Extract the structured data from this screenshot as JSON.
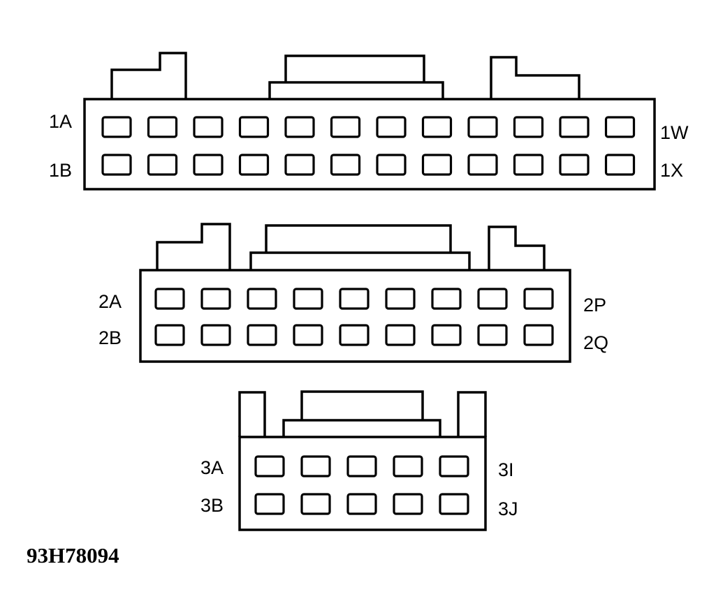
{
  "colors": {
    "line": "#000000",
    "background": "#ffffff"
  },
  "connectors": [
    {
      "id": "connector-1",
      "pins_per_row": 12,
      "rows": 2,
      "labels": {
        "top_left": "1A",
        "bottom_left": "1B",
        "top_right": "1W",
        "bottom_right": "1X"
      }
    },
    {
      "id": "connector-2",
      "pins_per_row": 9,
      "rows": 2,
      "labels": {
        "top_left": "2A",
        "bottom_left": "2B",
        "top_right": "2P",
        "bottom_right": "2Q"
      }
    },
    {
      "id": "connector-3",
      "pins_per_row": 5,
      "rows": 2,
      "labels": {
        "top_left": "3A",
        "bottom_left": "3B",
        "top_right": "3I",
        "bottom_right": "3J"
      }
    }
  ],
  "figure_code": "93H78094"
}
